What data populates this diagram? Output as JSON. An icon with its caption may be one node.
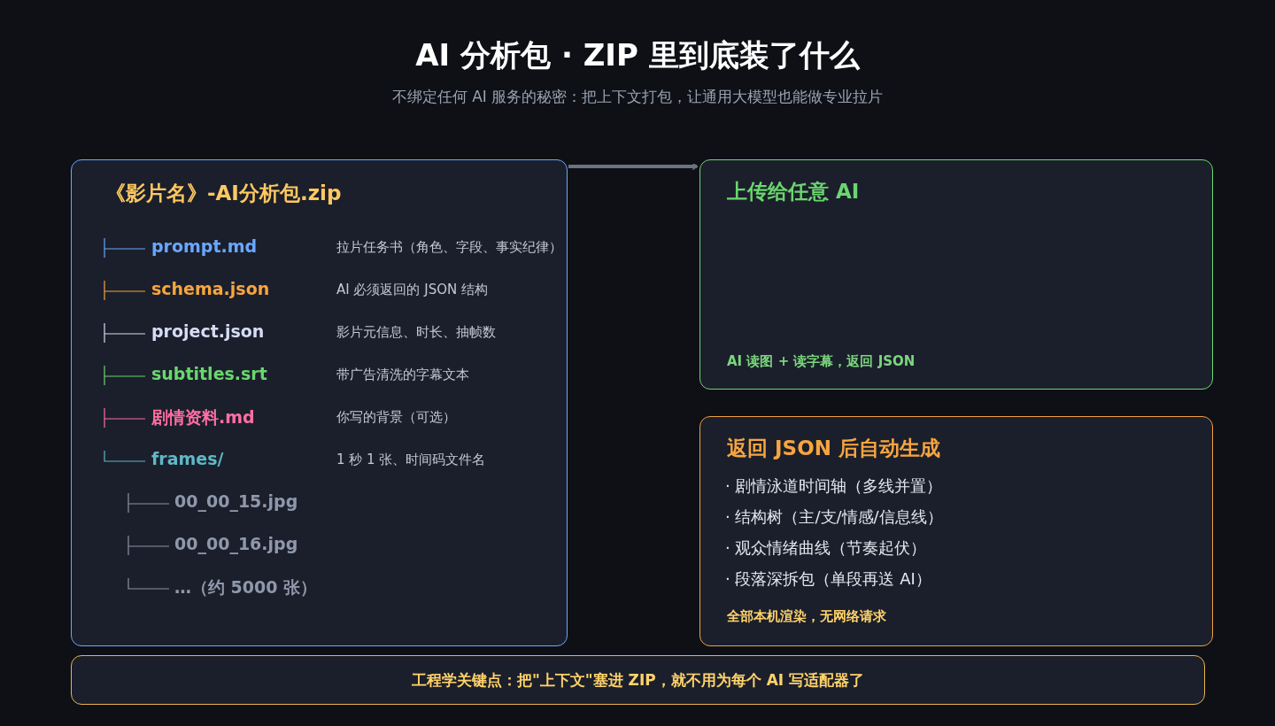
{
  "diagram": {
    "title": "AI 分析包 · ZIP 里到底装了什么",
    "caption": "不绑定任何 AI 服务的秘密：把上下文打包，让通用大模型也能做专业拉片",
    "nodes": [
      {
        "text": [
          "《影片名》-AI分析包.zip"
        ]
      },
      {
        "text": [
          "上传给任意 AI",
          "AI 读图 + 读字幕，返回 JSON"
        ]
      },
      {
        "text": [
          "返回 JSON 后自动生成",
          "· 剧情泳道时间轴（多线并置）",
          "· 结构树（主/支/情感/信息线）",
          "· 观众情绪曲线（节奏起伏）",
          "· 段落深拆包（单段再送 AI）",
          "全部本机渲染，无网络请求"
        ]
      },
      {
        "text": [
          "工程学关键点：把\"上下文\"塞进 ZIP，就不用为每个 AI 写适配器了"
        ]
      }
    ],
    "edges": [
      {
        "from": 0,
        "to": 1,
        "arrow": "to",
        "color": "#6b7280"
      }
    ],
    "labels": [
      "prompt.md",
      "拉片任务书（角色、字段、事实纪律）",
      "schema.json",
      "AI 必须返回的 JSON 结构",
      "project.json",
      "影片元信息、时长、抽帧数",
      "subtitles.srt",
      "带广告清洗的字幕文本",
      "剧情资料.md",
      "你写的背景（可选）",
      "frames/",
      "1 秒 1 张、时间码文件名",
      "00_00_15.jpg",
      "00_00_16.jpg",
      "…（约 5000 张）"
    ]
  }
}
